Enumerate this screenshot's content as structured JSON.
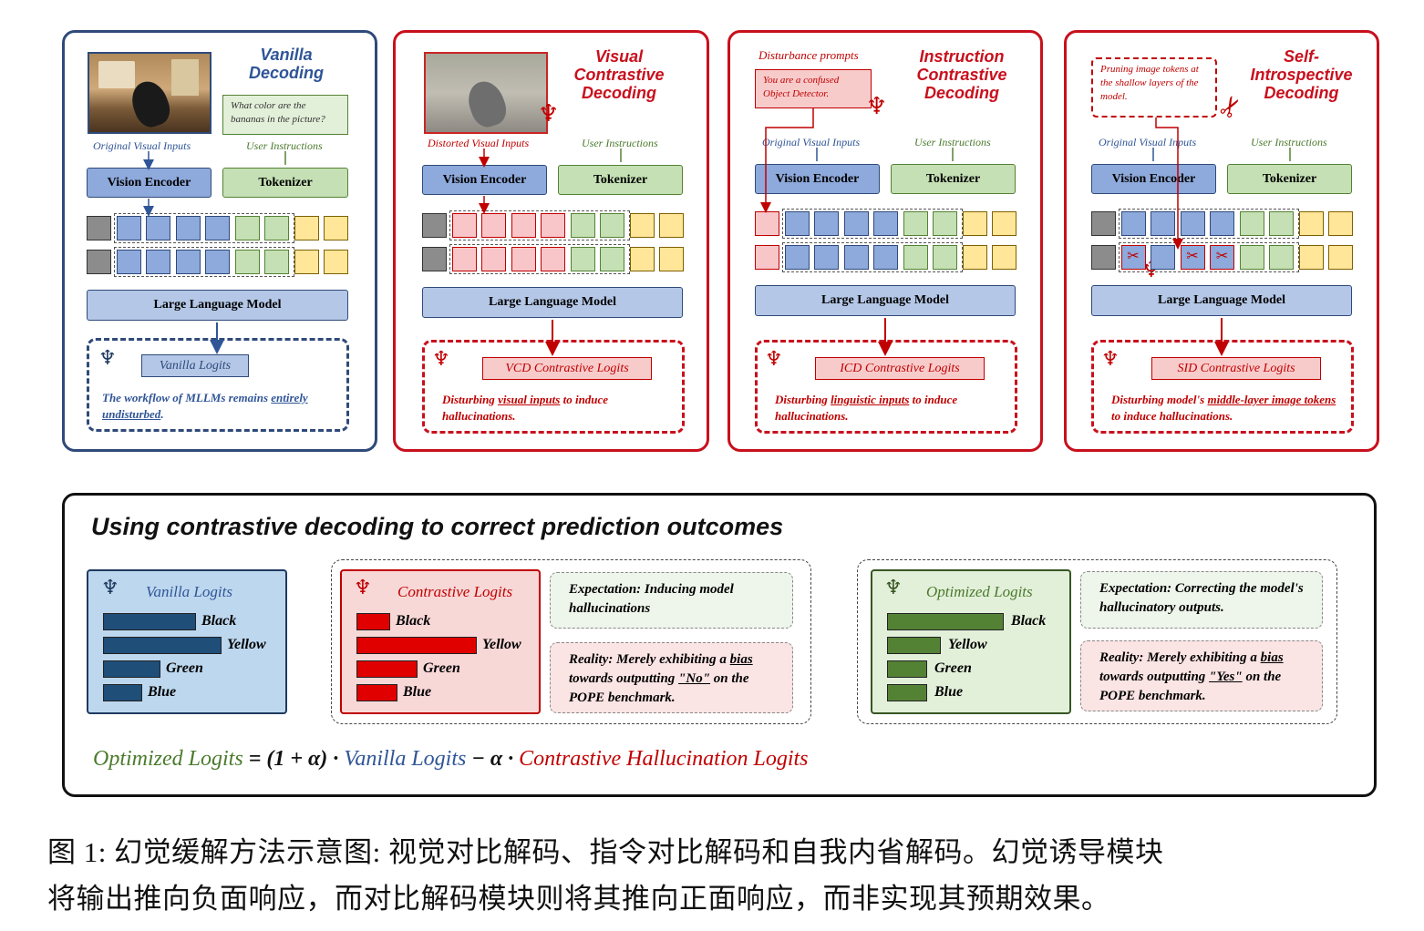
{
  "panels": {
    "vanilla": {
      "title": "Vanilla Decoding",
      "question": "What color are the bananas in the picture?",
      "label_visual": "Original Visual Inputs",
      "label_user": "User Instructions",
      "encoder": "Vision Encoder",
      "tokenizer": "Tokenizer",
      "llm": "Large Language Model",
      "logits": "Vanilla Logits",
      "desc_a": "The workflow of MLLMs remains ",
      "desc_b": "entirely undisturbed",
      "desc_c": "."
    },
    "vcd": {
      "title": "Visual Contrastive Decoding",
      "label_visual": "Distorted Visual Inputs",
      "label_user": "User Instructions",
      "encoder": "Vision Encoder",
      "tokenizer": "Tokenizer",
      "llm": "Large Language Model",
      "logits": "VCD Contrastive Logits",
      "desc_a": "Disturbing ",
      "desc_b": "visual inputs",
      "desc_c": " to induce hallucinations."
    },
    "icd": {
      "title": "Instruction Contrastive Decoding",
      "prompt_label": "Disturbance prompts",
      "prompt": "You are a confused Object Detector.",
      "label_visual": "Original Visual Inputs",
      "label_user": "User Instructions",
      "encoder": "Vision Encoder",
      "tokenizer": "Tokenizer",
      "llm": "Large Language Model",
      "logits": "ICD Contrastive Logits",
      "desc_a": "Disturbing ",
      "desc_b": "linguistic inputs",
      "desc_c": " to induce hallucinations."
    },
    "sid": {
      "title": "Self-Introspective Decoding",
      "pruning": "Pruning image tokens at the shallow layers of the model.",
      "label_visual": "Original Visual Inputs",
      "label_user": "User Instructions",
      "encoder": "Vision Encoder",
      "tokenizer": "Tokenizer",
      "llm": "Large Language Model",
      "logits": "SID Contrastive Logits",
      "desc_a": "Disturbing model's ",
      "desc_b": "middle-layer image tokens",
      "desc_c": " to induce hallucinations."
    }
  },
  "bottom": {
    "title": "Using contrastive decoding to correct prediction outcomes",
    "vanilla_box": {
      "title": "Vanilla Logits",
      "bars": [
        {
          "label": "Black",
          "value": 0.78
        },
        {
          "label": "Yellow",
          "value": 1.0
        },
        {
          "label": "Green",
          "value": 0.48
        },
        {
          "label": "Blue",
          "value": 0.32
        }
      ]
    },
    "contrastive_box": {
      "title": "Contrastive Logits",
      "bars": [
        {
          "label": "Black",
          "value": 0.27
        },
        {
          "label": "Yellow",
          "value": 1.0
        },
        {
          "label": "Green",
          "value": 0.5
        },
        {
          "label": "Blue",
          "value": 0.33
        }
      ],
      "expectation": "Expectation: Inducing model hallucinations",
      "reality_a": "Reality: Merely exhibiting a ",
      "reality_b": "bias",
      "reality_c": " towards outputting ",
      "reality_d": "\"No\"",
      "reality_e": " on the POPE benchmark."
    },
    "optimized_box": {
      "title": "Optimized Logits",
      "bars": [
        {
          "label": "Black",
          "value": 1.0
        },
        {
          "label": "Yellow",
          "value": 0.45
        },
        {
          "label": "Green",
          "value": 0.33
        },
        {
          "label": "Blue",
          "value": 0.33
        }
      ],
      "expectation": "Expectation: Correcting the model's hallucinatory outputs.",
      "reality_a": "Reality: Merely exhibiting a ",
      "reality_b": "bias",
      "reality_c": " towards outputting ",
      "reality_d": "\"Yes\"",
      "reality_e": " on the POPE benchmark."
    },
    "formula": {
      "optimized": "Optimized Logits",
      "part1": " = (1 + α) · ",
      "vanilla": "Vanilla Logits",
      "part2": " − α · ",
      "contrastive": "Contrastive Hallucination Logits"
    }
  },
  "caption": {
    "line1": "图 1: 幻觉缓解方法示意图: 视觉对比解码、指令对比解码和自我内省解码。幻觉诱导模块",
    "line2": "将输出推向负面响应，而对比解码模块则将其推向正面响应，而非实现其预期效果。"
  },
  "colors": {
    "vanilla_bar": "#1f4e79",
    "contrastive_bar": "#e00000",
    "optimized_bar": "#548235"
  }
}
